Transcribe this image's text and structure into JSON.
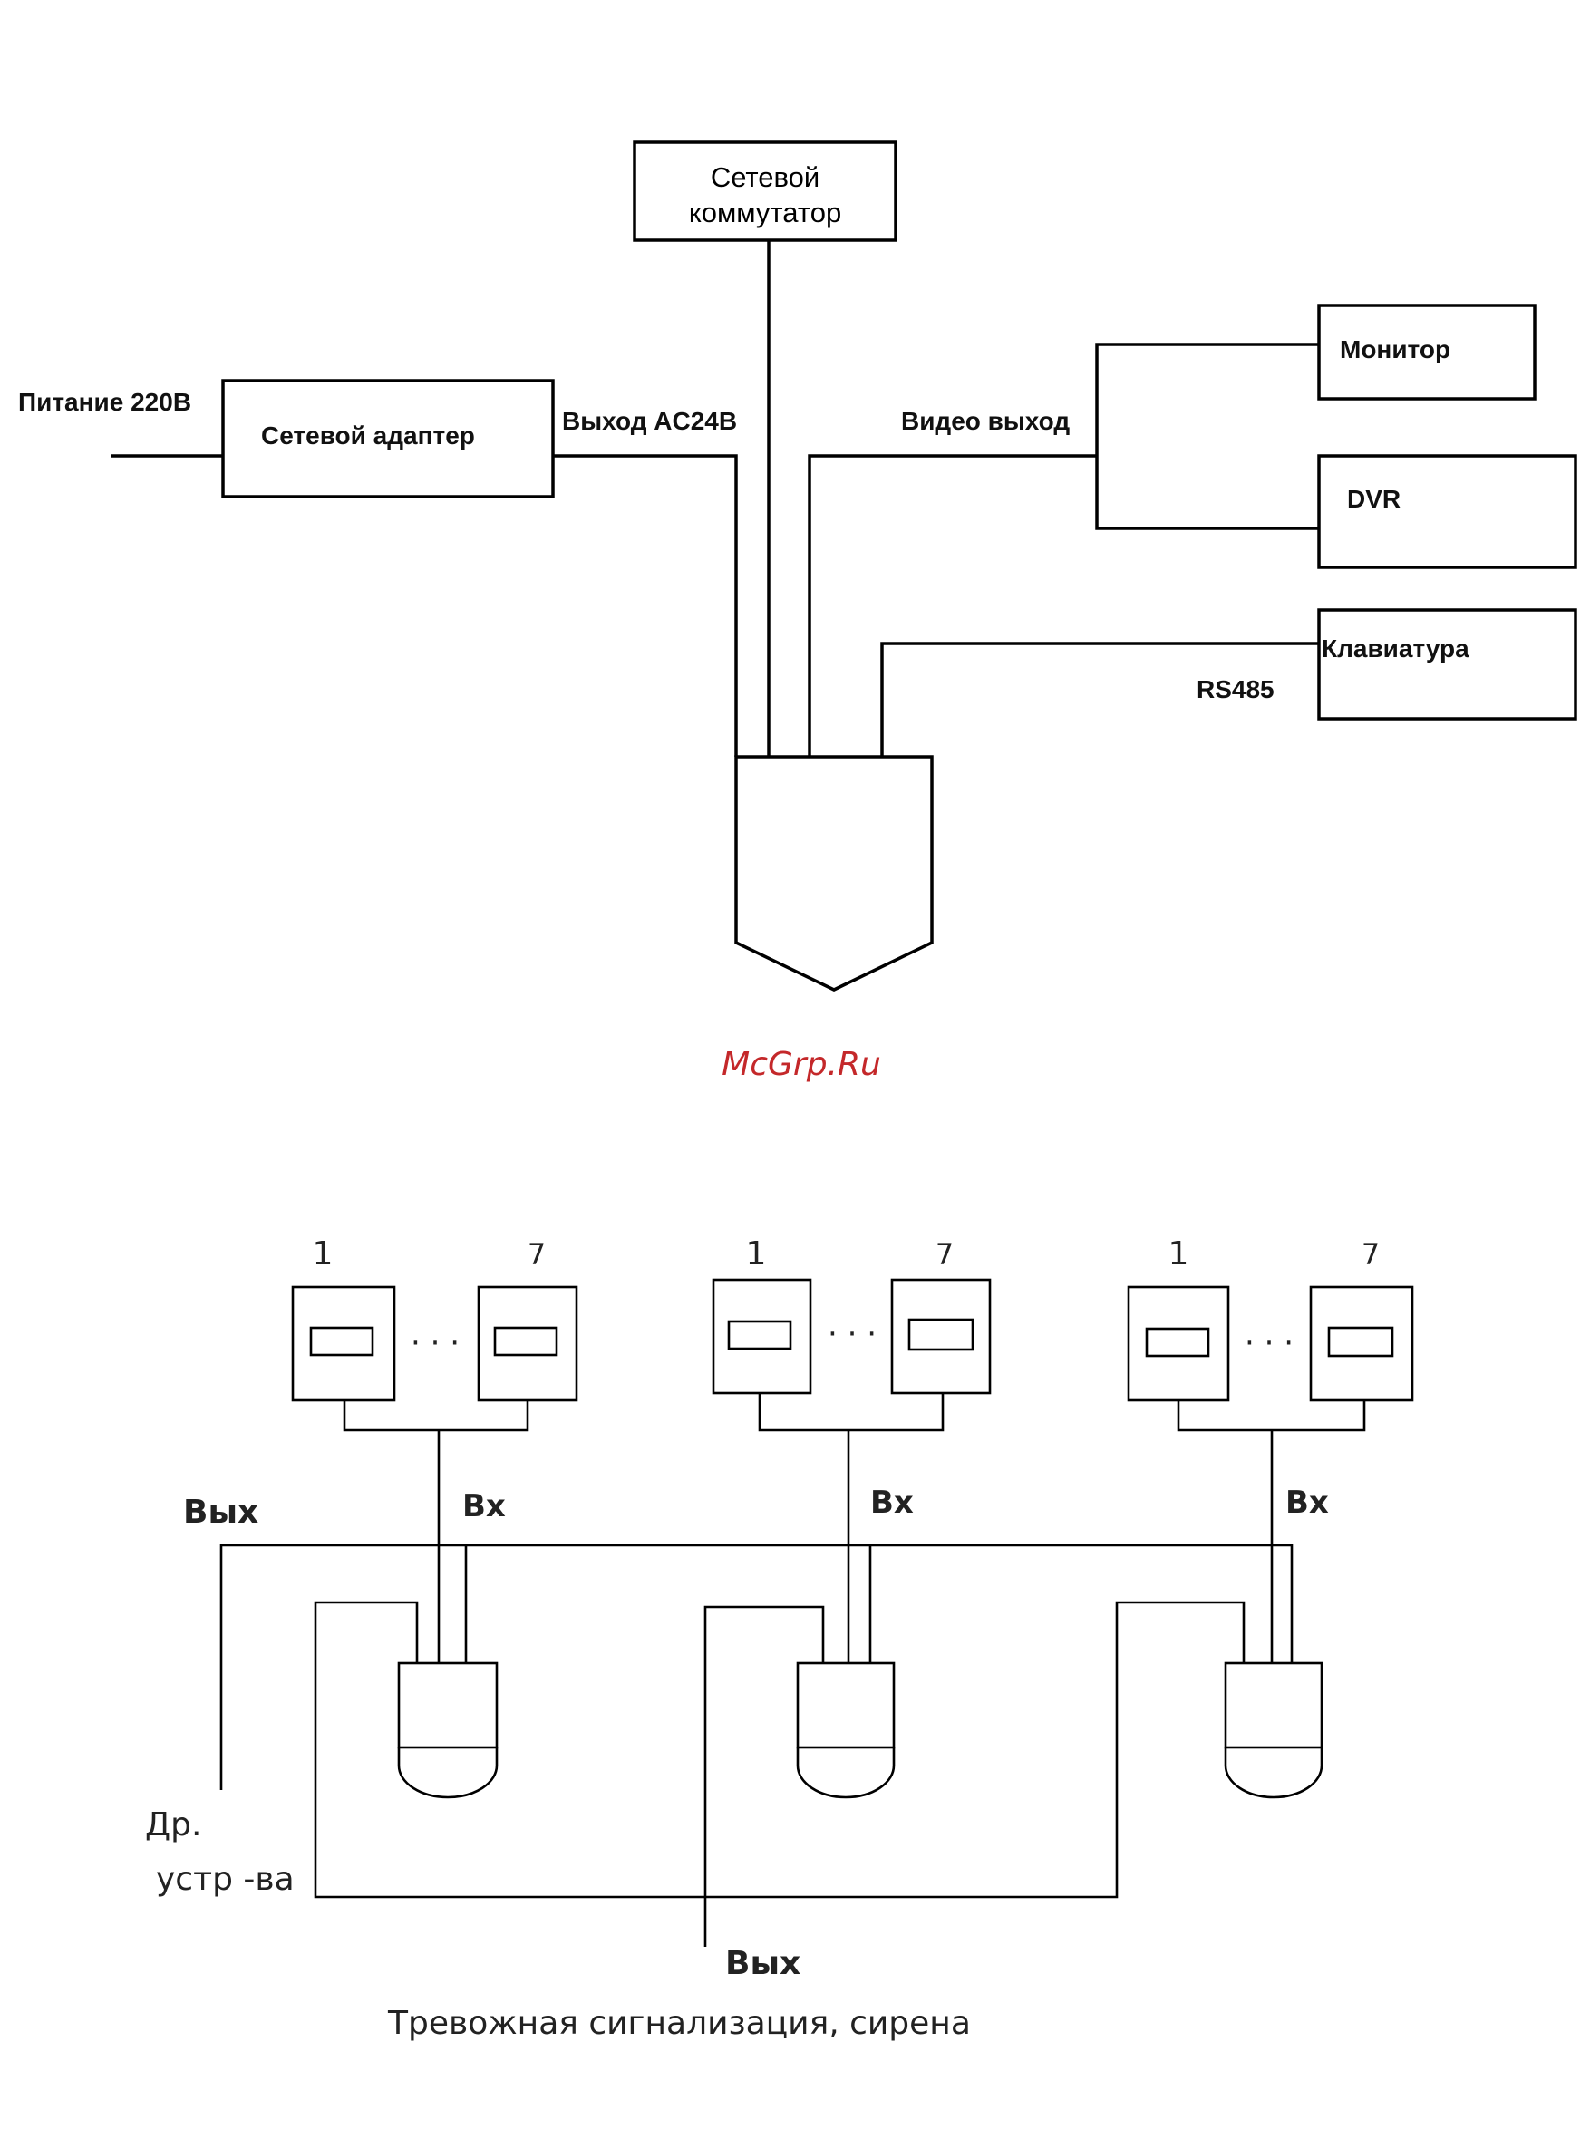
{
  "top_diagram": {
    "switch_line1": "Сетевой",
    "switch_line2": "коммутатор",
    "power_label": "Питание 220В",
    "adapter_label": "Сетевой адаптер",
    "ac_out_label": "Выход AC24В",
    "video_out_label": "Видео выход",
    "monitor_label": "Монитор",
    "dvr_label": "DVR",
    "keyboard_label": "Клавиатура",
    "rs485_label": "RS485"
  },
  "watermark": "McGrp.Ru",
  "bottom_diagram": {
    "keyboard_groups": [
      {
        "first_index": "1",
        "last_index": "7",
        "dots": "· · ·",
        "input_label": "Вх"
      },
      {
        "first_index": "1",
        "last_index": "7",
        "dots": "· · ·",
        "input_label": "Вх"
      },
      {
        "first_index": "1",
        "last_index": "7",
        "dots": "· · ·",
        "input_label": "Вх"
      }
    ],
    "out_top_label": "Вых",
    "other_devices_line1": "Др.",
    "other_devices_line2": "устр -ва",
    "out_bottom_label": "Вых",
    "alarm_label": "Тревожная сигнализация, сирена"
  }
}
